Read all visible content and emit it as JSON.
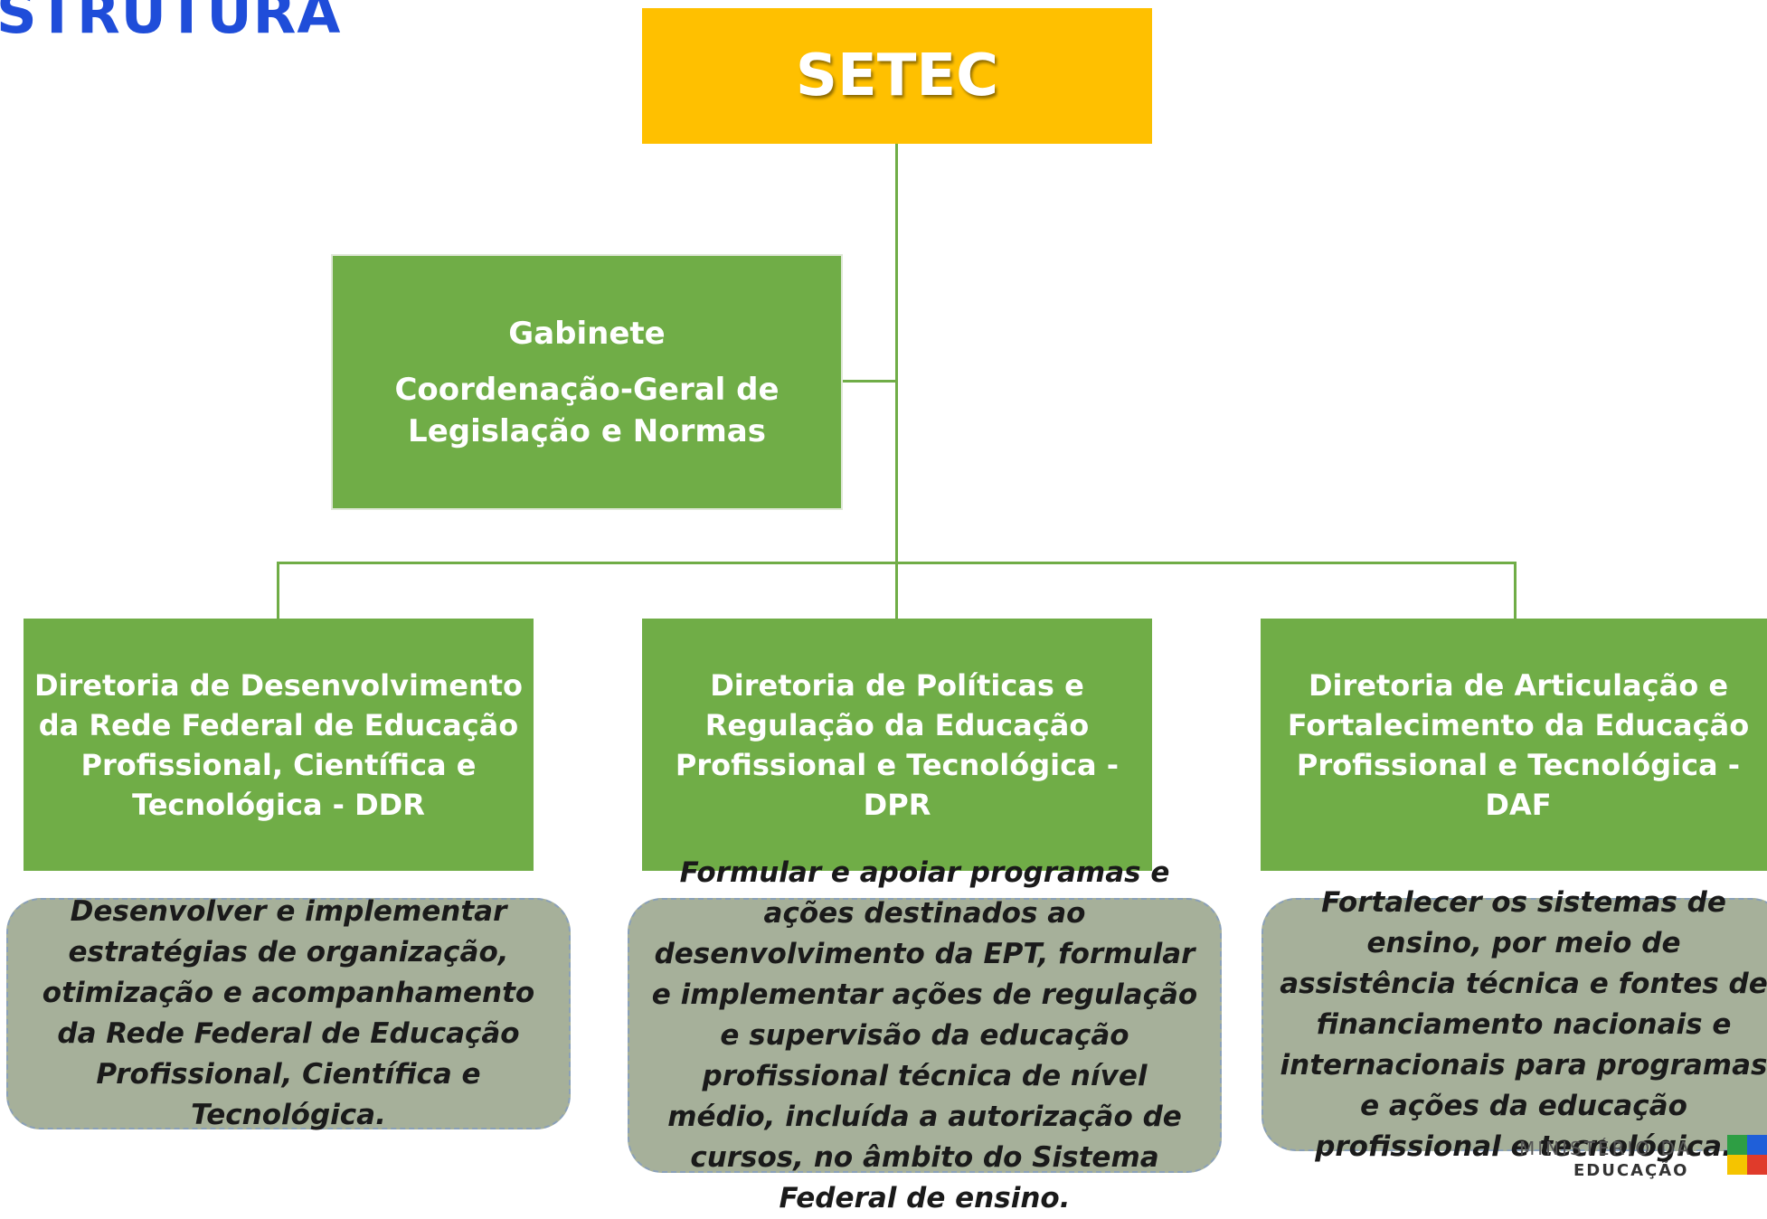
{
  "header": {
    "title": "STRUTURA"
  },
  "root": {
    "label": "SETEC"
  },
  "staff": {
    "line1": "Gabinete",
    "line2": "Coordenação-Geral de",
    "line3": "Legislação e Normas"
  },
  "directorates": [
    {
      "name": "Diretoria de Desenvolvimento da Rede Federal de Educação Profissional, Científica e Tecnológica - DDR",
      "description": "Desenvolver e implementar estratégias de organização, otimização e acompanhamento da Rede Federal de Educação Profissional, Científica e Tecnológica."
    },
    {
      "name": "Diretoria de Políticas e Regulação  da Educação Profissional e Tecnológica - DPR",
      "description": "Formular e apoiar programas e ações destinados ao desenvolvimento da EPT, formular e implementar ações de regulação e supervisão da educação profissional técnica de nível médio, incluída a autorização de cursos, no âmbito do Sistema Federal de ensino."
    },
    {
      "name": "Diretoria de Articulação e Fortalecimento da Educação Profissional e Tecnológica - DAF",
      "description": "Fortalecer os sistemas de ensino, por meio de assistência técnica e fontes de financiamento nacionais e internacionais para programas e ações da educação profissional e tecnológica."
    }
  ],
  "logo": {
    "line1": "MINISTÉRIO DA",
    "line2": "EDUCAÇÃO"
  },
  "colors": {
    "root": "#ffc000",
    "node": "#70ad47",
    "description": "#a6b09a",
    "title": "#1f4dd9"
  }
}
